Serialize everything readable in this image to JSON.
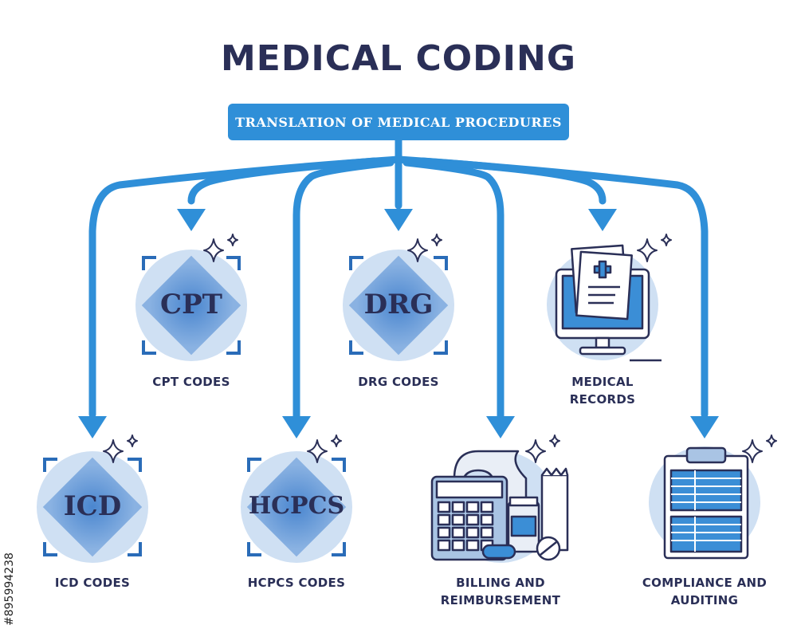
{
  "title": "MEDICAL CODING",
  "banner": "TRANSLATION OF MEDICAL PROCEDURES",
  "nodes": {
    "cpt": {
      "code": "CPT",
      "label": "CPT CODES"
    },
    "drg": {
      "code": "DRG",
      "label": "DRG CODES"
    },
    "records": {
      "label_line1": "MEDICAL",
      "label_line2": "RECORDS"
    },
    "icd": {
      "code": "ICD",
      "label": "ICD CODES"
    },
    "hcpcs": {
      "code": "HCPCS",
      "label": "HCPCS CODES"
    },
    "billing": {
      "label_line1": "BILLING AND",
      "label_line2": "REIMBURSEMENT"
    },
    "compliance": {
      "label_line1": "COMPLIANCE AND",
      "label_line2": "AUDITING"
    }
  },
  "watermark": "#895994238",
  "colors": {
    "primary": "#2f8fd8",
    "dark": "#2a2f57",
    "light_circle": "#cfe0f3",
    "mid": "#5d8fc9"
  }
}
